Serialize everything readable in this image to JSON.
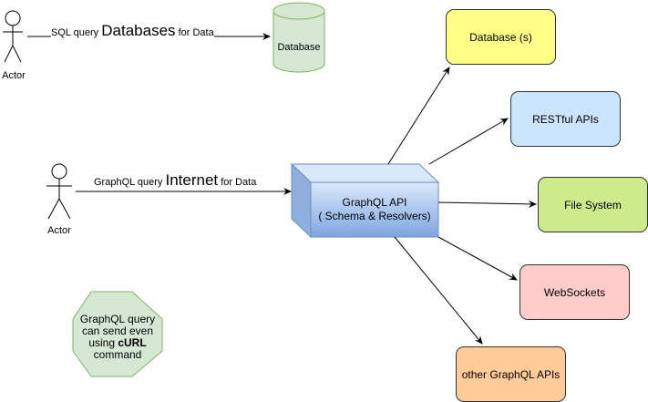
{
  "actors": [
    {
      "label": "Actor"
    },
    {
      "label": "Actor"
    }
  ],
  "database_cylinder": {
    "label": "Database",
    "fill": "#d5e8d4",
    "stroke": "#82b366"
  },
  "edges": {
    "sql": {
      "prefix": "SQL query",
      "big": "Databases",
      "suffix": "for Data"
    },
    "graphql": {
      "prefix": "GraphQL query",
      "big": "Internet",
      "suffix": "for Data"
    }
  },
  "api": {
    "line1": "GraphQL API",
    "line2": "( Schema & Resolvers)",
    "fill": "#a9c4eb",
    "stroke": "#6c8ebf"
  },
  "targets": [
    {
      "label": "Database (s)",
      "fill": "#ffff88",
      "stroke": "#36393d"
    },
    {
      "label": "RESTful APIs",
      "fill": "#cce5ff",
      "stroke": "#36393d"
    },
    {
      "label": "File System",
      "fill": "#cdeb8b",
      "stroke": "#36393d"
    },
    {
      "label": "WebSockets",
      "fill": "#ffcccc",
      "stroke": "#36393d"
    },
    {
      "label": "other GraphQL APIs",
      "fill": "#ffcc99",
      "stroke": "#36393d"
    }
  ],
  "note": {
    "line1": "GraphQL query",
    "line2": "can send even",
    "line3_prefix": "using ",
    "line3_bold": "cURL",
    "line4": "command",
    "fill": "#d5e8d4",
    "stroke": "#82b366"
  }
}
